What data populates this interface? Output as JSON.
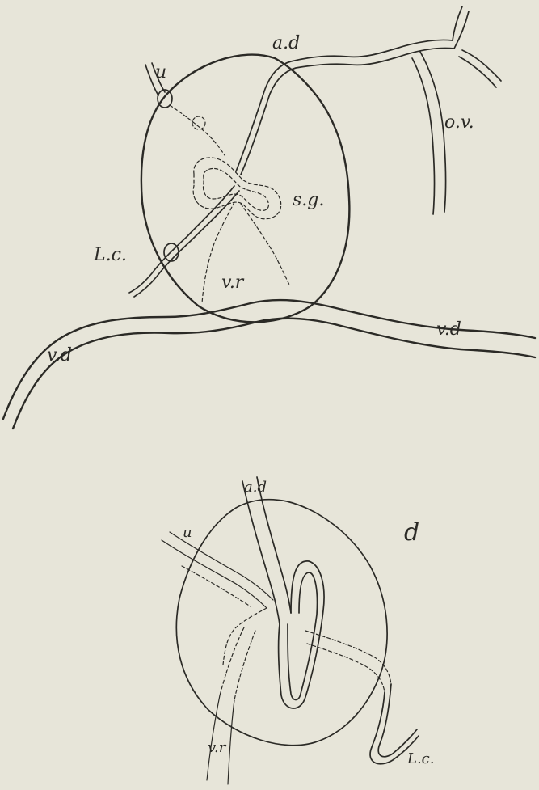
{
  "figure_top": {
    "labels": {
      "ad": "a.d",
      "u": "u",
      "ov": "o.v.",
      "sg": "s.g.",
      "lc": "L.c.",
      "vr": "v.r",
      "vd_right": "v.d",
      "vd_left": "v.d"
    }
  },
  "figure_bottom": {
    "labels": {
      "ad": "a.d",
      "u": "u",
      "d": "d",
      "vr": "v.r",
      "lc": "L.c."
    }
  }
}
